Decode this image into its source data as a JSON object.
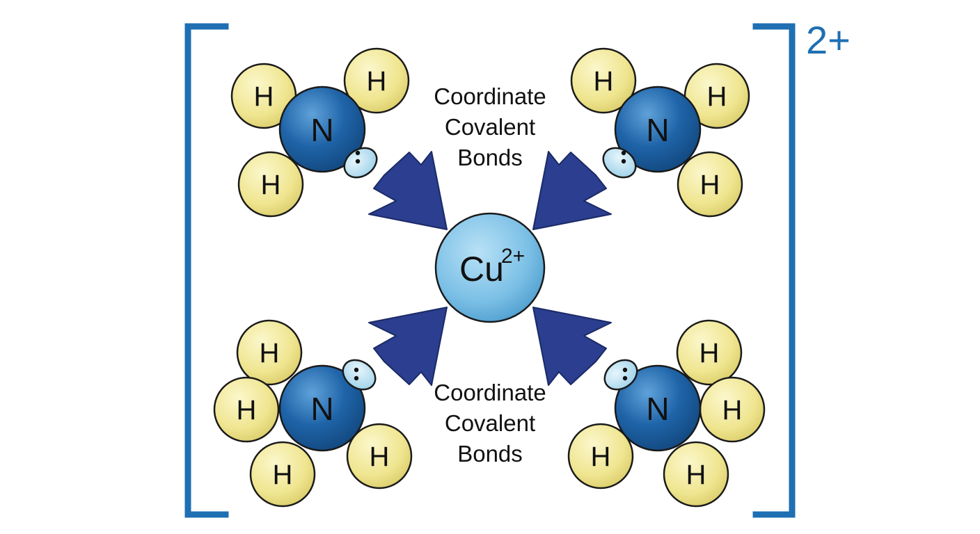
{
  "complex": {
    "charge": "2+",
    "center": {
      "symbol": "Cu",
      "charge": "2+"
    },
    "ligands": [
      {
        "position": "top-left",
        "central_atom": "N",
        "atoms": [
          "H",
          "H",
          "H"
        ]
      },
      {
        "position": "top-right",
        "central_atom": "N",
        "atoms": [
          "H",
          "H",
          "H"
        ]
      },
      {
        "position": "bottom-left",
        "central_atom": "N",
        "atoms": [
          "H",
          "H",
          "H",
          "H"
        ]
      },
      {
        "position": "bottom-right",
        "central_atom": "N",
        "atoms": [
          "H",
          "H",
          "H",
          "H"
        ]
      }
    ],
    "lone_pair_symbol": ":"
  },
  "captions": [
    [
      "Coordinate",
      "Covalent",
      "Bonds"
    ],
    [
      "Coordinate",
      "Covalent",
      "Bonds"
    ]
  ],
  "colors": {
    "bracket": "#1f6fb3",
    "charge": "#1f6fb3",
    "nitrogen": "#1f64a8",
    "hydrogen": "#f2ea9a",
    "copper": "#7cc0e6",
    "arrow": "#2b3e8f",
    "lone_pair": "#bfe3f2",
    "outline": "#1a1a1a"
  }
}
